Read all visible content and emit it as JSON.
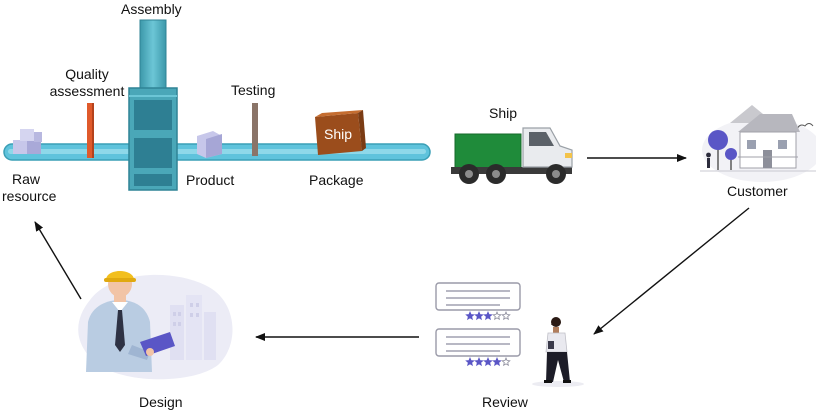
{
  "labels": {
    "assembly": "Assembly",
    "quality_line1": "Quality",
    "quality_line2": "assessment",
    "testing": "Testing",
    "ship": "Ship",
    "raw_line1": "Raw",
    "raw_line2": "resource",
    "product": "Product",
    "package": "Package",
    "customer": "Customer",
    "review": "Review",
    "design": "Design"
  },
  "box_label": "Ship",
  "reviews": [
    {
      "stars_filled": 3,
      "stars_total": 5
    },
    {
      "stars_filled": 4,
      "stars_total": 5
    }
  ],
  "colors": {
    "conveyor": "#5fc3dc",
    "tower": "#4aa7b8",
    "quality_bar": "#e05a2b",
    "testing_bar": "#8a7468",
    "package_box": "#9b4d1c",
    "truck_cargo": "#1f8b3a",
    "accent_purple": "#5a56c6",
    "hardhat": "#f2bf1e"
  }
}
